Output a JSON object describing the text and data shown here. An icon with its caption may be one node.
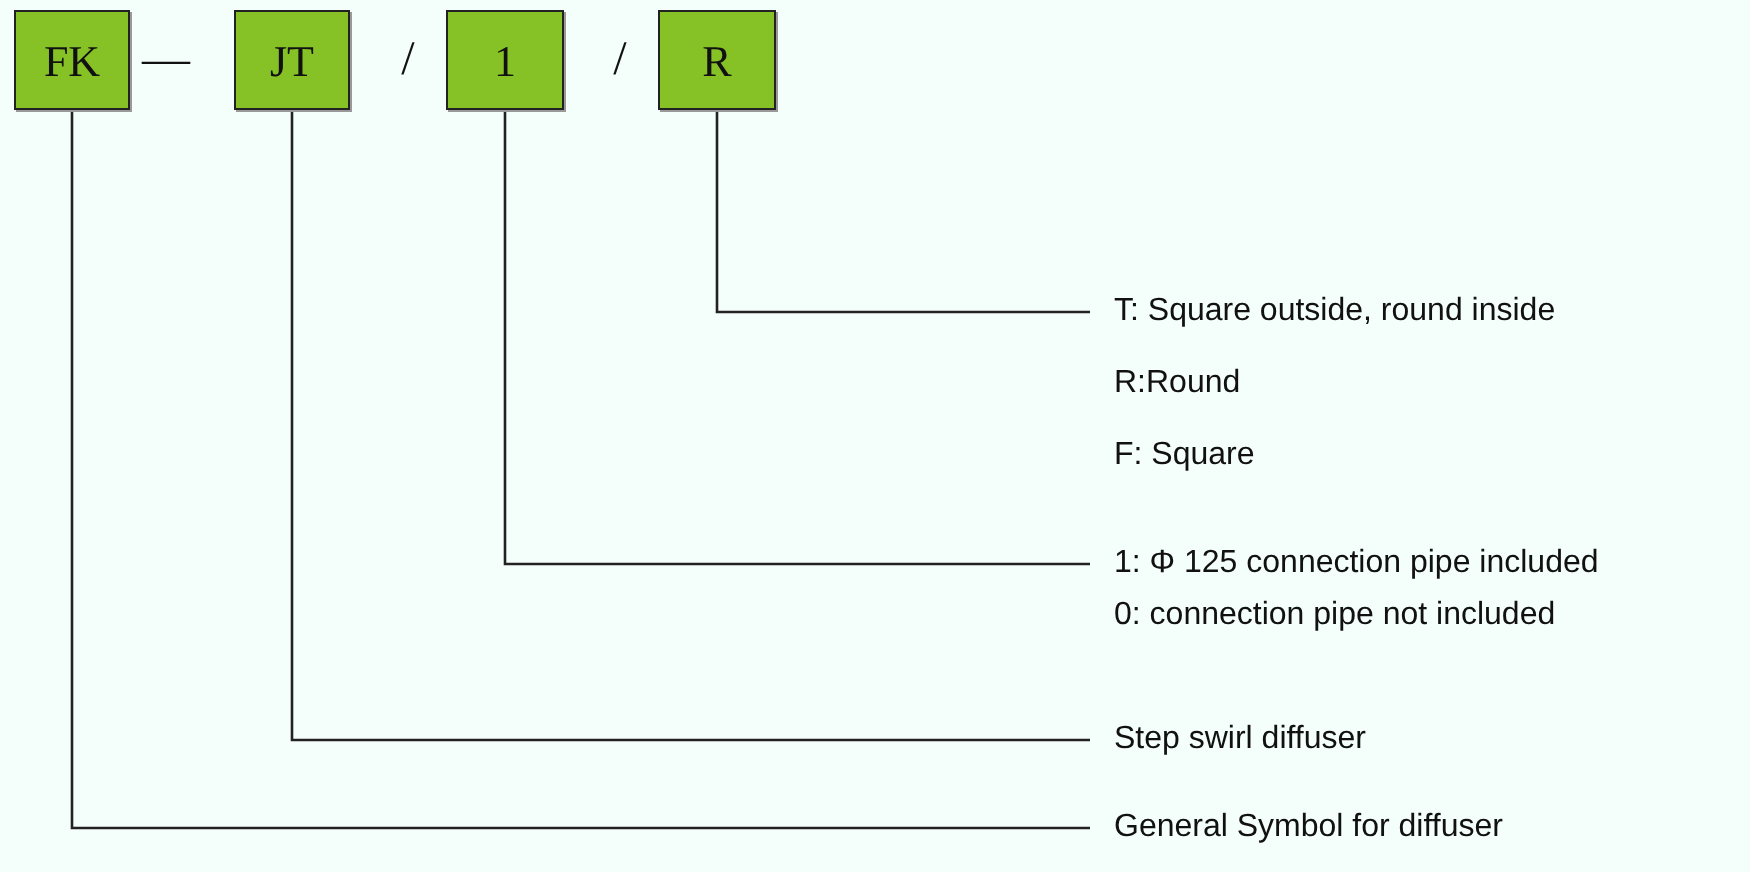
{
  "diagram": {
    "nodes": [
      {
        "text": [
          "FK"
        ]
      },
      {
        "text": [
          "JT"
        ]
      },
      {
        "text": [
          "1"
        ]
      },
      {
        "text": [
          "R"
        ]
      },
      {
        "text": [
          "T: Square outside, round inside",
          "R:Round",
          "F: Square"
        ]
      },
      {
        "text": [
          "1: Φ 125 connection pipe included",
          "0: connection pipe not included"
        ]
      },
      {
        "text": [
          "Step swirl diffuser"
        ]
      },
      {
        "text": [
          "General Symbol for diffuser"
        ]
      }
    ],
    "edges": [
      {
        "from": 3,
        "to": 4,
        "arrow": "none"
      },
      {
        "from": 2,
        "to": 5,
        "arrow": "none"
      },
      {
        "from": 1,
        "to": 6,
        "arrow": "none"
      },
      {
        "from": 0,
        "to": 7,
        "arrow": "none"
      }
    ],
    "labels": [
      "—",
      "/",
      "/"
    ]
  }
}
